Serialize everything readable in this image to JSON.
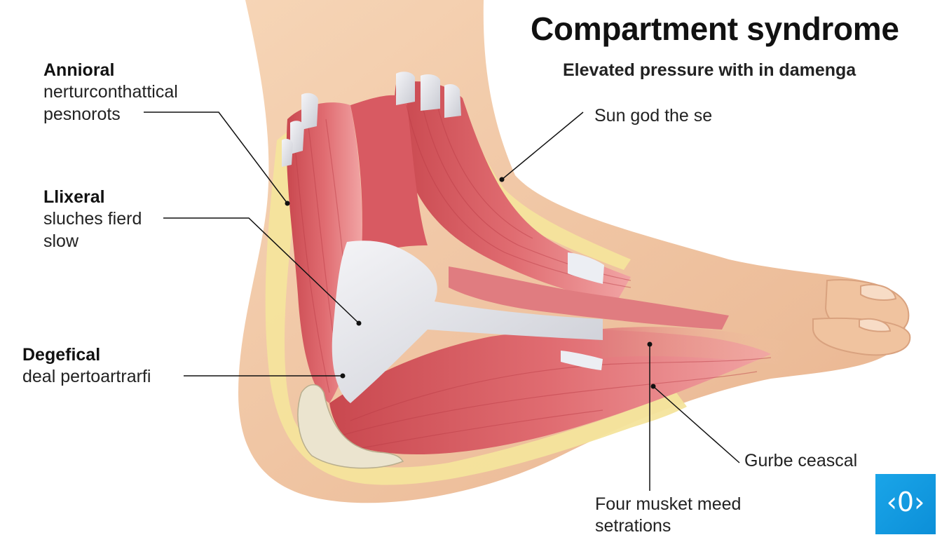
{
  "title": "Compartment syndrome",
  "subtitle": "Elevated pressure with in damenga",
  "labels": {
    "annioral": {
      "heading": "Annioral",
      "line1": "nerturconthattical",
      "line2": "pesnorots"
    },
    "llixeral": {
      "heading": "Llixeral",
      "line1": "sluches fierd",
      "line2": "slow"
    },
    "degefical": {
      "heading": "Degefical",
      "line1": "deal pertoartrarfi"
    },
    "sun": {
      "line1": "Sun god the se"
    },
    "gurbe": {
      "line1": "Gurbe ceascal"
    },
    "four": {
      "line1": "Four musket meed",
      "line2": "setrations"
    }
  },
  "logo": {
    "text": "‹0›",
    "color": "#1aa5e8"
  },
  "colors": {
    "skin": "#f2c9a6",
    "skin_shadow": "#e5ae88",
    "fat_layer": "#f5e7a6",
    "muscle": "#d9646a",
    "muscle_light": "#ef9aa0",
    "tendon": "#e6e7ec",
    "bone": "#ece6d2"
  }
}
